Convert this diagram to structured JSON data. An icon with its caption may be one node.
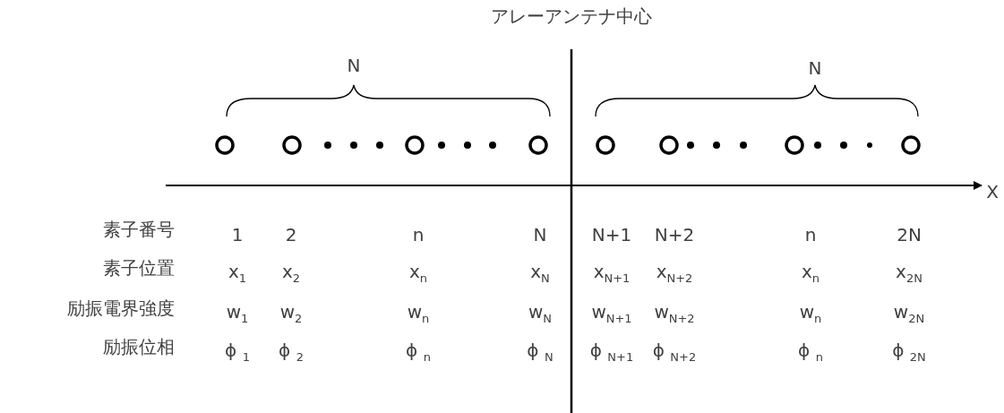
{
  "diagram": {
    "labels": [
      "アレーアンテナ中心",
      "N",
      "N",
      "X",
      "素子番号",
      "1",
      "2",
      "n",
      "N",
      "N+1",
      "N+2",
      "n",
      "2N",
      "素子位置",
      "x$_{1}$",
      "x$_{2}$",
      "x$_{n}$",
      "x$_{N}$",
      "x$_{N+1}$",
      "x$_{N+2}$",
      "x$_{n}$",
      "x$_{2N}$",
      "励振電界強度",
      "w$_{1}$",
      "w$_{2}$",
      "w$_{n}$",
      "w$_{N}$",
      "w$_{N+1}$",
      "w$_{N+2}$",
      "w$_{n}$",
      "w$_{2N}$",
      "励振位相",
      "ϕ $_{1}$",
      "ϕ $_{2}$",
      "ϕ $_{n}$",
      "ϕ $_{N}$",
      "ϕ $_{N+1}$",
      "ϕ $_{N+2}$",
      "ϕ $_{n}$",
      "ϕ $_{2N}$"
    ]
  }
}
